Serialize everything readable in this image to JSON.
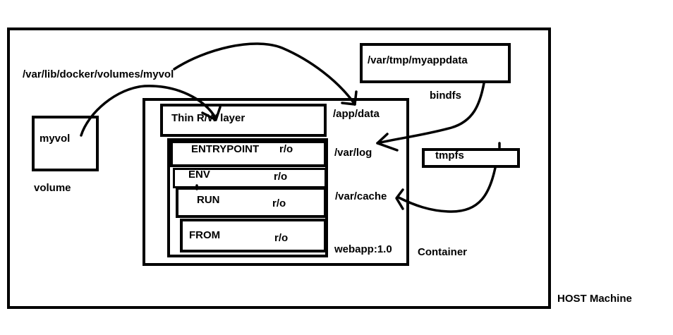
{
  "host": {
    "label": "HOST Machine"
  },
  "volume": {
    "name": "myvol",
    "caption": "volume",
    "path": "/var/lib/docker/volumes/myvol"
  },
  "bind": {
    "path": "/var/tmp/myappdata",
    "caption": "bindfs"
  },
  "tmpfs": {
    "label": "tmpfs"
  },
  "container": {
    "label": "Container",
    "image": "webapp:1.0",
    "rw_layer": "Thin R/W layer",
    "layers": [
      {
        "name": "ENTRYPOINT",
        "mode": "r/o"
      },
      {
        "name": "ENV",
        "mode": "r/o"
      },
      {
        "name": "RUN",
        "mode": "r/o"
      },
      {
        "name": "FROM",
        "mode": "r/o"
      }
    ],
    "mounts": [
      "/app/data",
      "/var/log",
      "/var/cache"
    ]
  }
}
